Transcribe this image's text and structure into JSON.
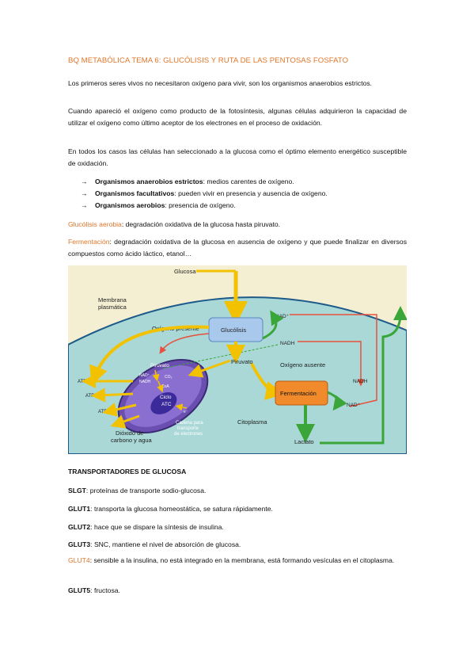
{
  "title": "BQ METABÓLICA TEMA 6: GLUCÓLISIS Y RUTA DE LAS PENTOSAS FOSFATO",
  "intro": [
    "Los primeros seres vivos no necesitaron oxígeno para vivir, son los organismos anaerobios estrictos.",
    "Cuando apareció el oxígeno como producto de la fotosíntesis, algunas células adquirieron la capacidad de utilizar el oxígeno como último aceptor de los electrones en el proceso de oxidación.",
    "En todos los casos las células han seleccionado a la glucosa como el óptimo elemento energético susceptible de oxidación."
  ],
  "organisms": [
    {
      "arrow": "→",
      "term": "Organismos anaerobios estrictos",
      "desc": ": medios carentes de oxígeno."
    },
    {
      "arrow": "→",
      "term": "Organismos facultativos",
      "desc": ": pueden vivir en presencia y ausencia de oxígeno."
    },
    {
      "arrow": "→",
      "term": "Organismos aerobios",
      "desc": ": presencia de oxígeno."
    }
  ],
  "definitions": [
    {
      "term": "Glucólisis aerobia",
      "desc": ": degradación oxidativa de la glucosa hasta piruvato."
    },
    {
      "term": "Fermentación",
      "desc": ": degradación oxidativa de la glucosa en ausencia de oxígeno y que puede finalizar en diversos compuestos como ácido láctico, etanol…"
    }
  ],
  "diagram": {
    "glucosa": "Glucosa",
    "membrana": "Membrana",
    "plasmatica": "plasmática",
    "oxigeno_presente": "Oxígeno presente",
    "glucolisis": "Glucólisis",
    "nad_plus": "NAD⁺",
    "nadh": "NADH",
    "piruvato": "Piruvato",
    "piruvato_mito": "Piruvato",
    "oxigeno_ausente": "Oxígeno ausente",
    "fermentacion": "Fermentación",
    "atp": "ATP",
    "co2": "CO₂",
    "coa": "CoA",
    "ciclo": "Ciclo",
    "atc": "ATC",
    "cadena_1": "Cadena para",
    "cadena_2": "transporte",
    "cadena_3": "de electrones",
    "dioxido_1": "Dióxido de",
    "dioxido_2": "carbono y agua",
    "citoplasma": "Citoplasma",
    "lactato": "Lactato",
    "e_minus": "e⁻"
  },
  "section_title": "TRANSPORTADORES DE GLUCOSA",
  "transporters": [
    {
      "term": "SLGT",
      "desc": ": proteínas de transporte sodio-glucosa."
    },
    {
      "term": "GLUT1",
      "desc": ": transporta la glucosa homeostática, se satura rápidamente."
    },
    {
      "term": "GLUT2",
      "desc": ": hace que se dispare la síntesis de insulina."
    },
    {
      "term": "GLUT3",
      "desc": ": SNC, mantiene el nivel de absorción de glucosa."
    },
    {
      "term": "GLUT4",
      "desc": ": sensible a la insulina, no está integrado en la membrana, está formando vesículas en el citoplasma."
    },
    {
      "term": "GLUT5",
      "desc": ": fructosa."
    }
  ],
  "colors": {
    "accent": "#e0772a",
    "cytoplasm": "#a9d8d6",
    "outside": "#f4efd2",
    "mitochondria": "#6a4fb0",
    "glycolysis_box": "#a8c8ec",
    "fermentation_box": "#f08a2a"
  }
}
